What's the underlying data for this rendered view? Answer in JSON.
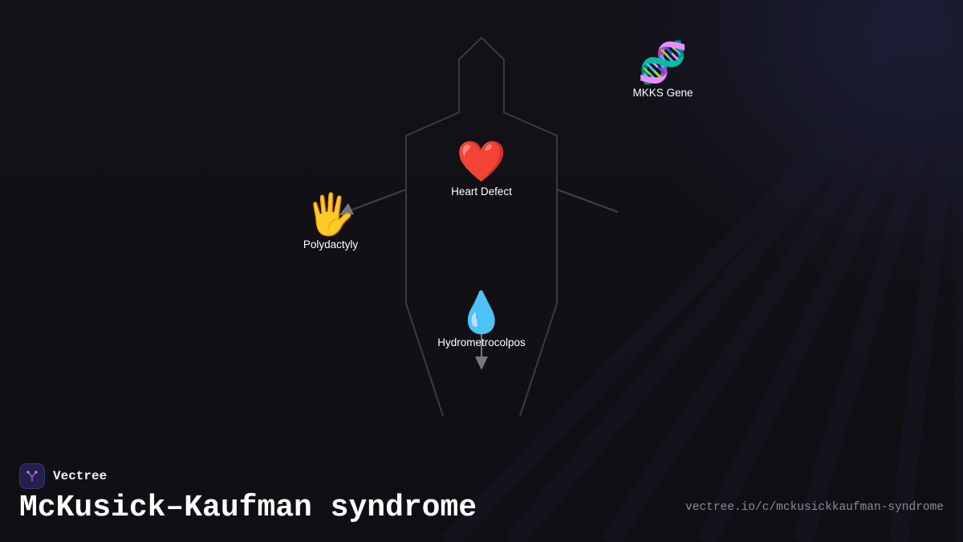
{
  "diagram": {
    "nodes": [
      {
        "id": "mkks-gene",
        "emoji": "🧬",
        "label": "MKKS Gene"
      },
      {
        "id": "heart-defect",
        "emoji": "❤️",
        "label": "Heart Defect"
      },
      {
        "id": "polydactyly",
        "emoji": "🖐️",
        "label": "Polydactyly"
      },
      {
        "id": "hydrometrocolpos",
        "emoji": "💧",
        "label": "Hydrometrocolpos"
      }
    ],
    "colors": {
      "background": "#111116",
      "outline": "#3a3a40",
      "arrow": "#777777",
      "label": "#ffffff"
    }
  },
  "brand": {
    "name": "Vectree",
    "logo_color": "#9b59d0"
  },
  "title": "McKusick–Kaufman syndrome",
  "url": "vectree.io/c/mckusickkaufman-syndrome"
}
